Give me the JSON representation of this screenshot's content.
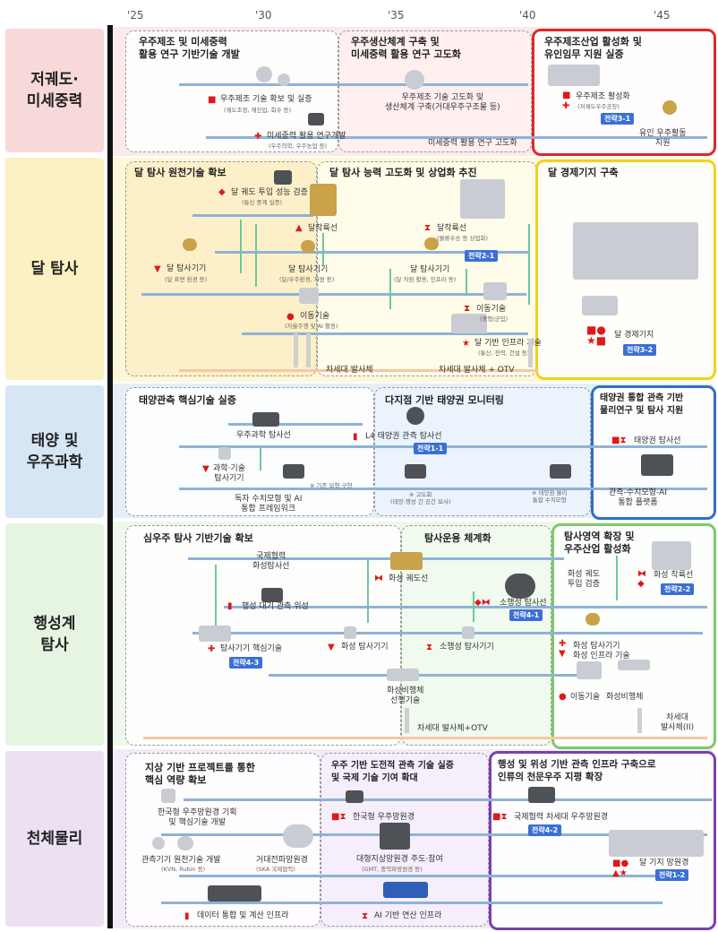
{
  "years": [
    "'25",
    "'30",
    "'35",
    "'40",
    "'45"
  ],
  "categories": {
    "low_orbit": "저궤도·\n미세중력",
    "lunar": "달 탐사",
    "solar": "태양 및\n우주과학",
    "planetary": "행성계\n탐사",
    "astro": "천체물리"
  },
  "low_orbit": {
    "p1_title": "우주제조 및 미세중력\n활용 연구 기반기술 개발",
    "p2_title": "우주생산체계 구축 및\n미세중력 활용 연구 고도화",
    "p3_title": "우주제조산업 활성화 및\n유인임무 지원 실증",
    "l1": "우주제조 기술 확보 및 실증",
    "l1s": "(궤도조정, 재진입, 회수 등)",
    "l2": "미세중력 활용 연구개발",
    "l2s": "(우주의학, 우주농업 등)",
    "l3": "우주제조 기술 고도화 및\n생산체계 구축(거대우주구조물 등)",
    "l4": "미세중력 활용 연구 고도화",
    "l5": "우주제조 활성화",
    "l5s": "(저궤도우주공장)",
    "l6": "유인 우주활동\n지원",
    "strat": "전략3-1"
  },
  "lunar": {
    "p1_title": "달 탐사 원천기술 확보",
    "p2_title": "달 탐사 능력 고도화 및 상업화 추진",
    "p3_title": "달 경제기지 구축",
    "l1": "달 궤도 투입 성능 검증",
    "l1s": "(통신 중계 실증)",
    "l2": "달착륙선",
    "l3": "달착륙선",
    "l3s": "(물류수송 등 상업화)",
    "l4": "달 탐사기기",
    "l4s": "(달 표면 환경 등)",
    "l5": "달 탐사기기",
    "l5s": "(달/우주환경, 자원 등)",
    "l6": "달 탐사기기",
    "l6s": "(달 자원 활용, 인프라 등)",
    "l7": "이동기술",
    "l7s": "(자율주행 및 AI 활용)",
    "l8": "이동기술",
    "l8s": "(중형/군집)",
    "l9": "달 기반 인프라 기술",
    "l9s": "(통신, 전력, 건설 등)",
    "l10": "달 경제기지",
    "strat1": "전략2-1",
    "strat2": "전략3-2",
    "launch1": "차세대 발사체",
    "launch2": "차세대 발사체 + OTV"
  },
  "solar": {
    "p1_title": "태양관측 핵심기술 실증",
    "p2_title": "다지점 기반 태양권 모니터링",
    "p3_title": "태양권 통합 관측 기반\n물리연구 및 탐사 지원",
    "l1": "우주과학 탐사선",
    "l2": "과학·기술\n탐사기기",
    "l3": "L4 태양권 관측 탐사선",
    "l4": "태양권 탐사선",
    "l5": "독자 수치모형 및 AI\n통합 프레임워크",
    "l5s": "※ 기존 모형 구현",
    "l6": "※ 고도화\n(태양-행성 간 공간 묘사)",
    "l7": "※ 태양권 물리\n통합 수치모형",
    "l8": "관측-수치모형-AI\n통합 플랫폼",
    "strat": "전략1-1"
  },
  "planetary": {
    "p1_title": "심우주 탐사 기반기술 확보",
    "p2_title": "탐사운용 체계화",
    "p3_title": "탐사영역 확장 및\n우주산업 활성화",
    "l1": "국제협력\n화성탐사선",
    "l2": "화성 궤도선",
    "l3": "소행성 탐사선",
    "l4": "화성 궤도\n투입 검증",
    "l5": "화성 착륙선",
    "l6": "행성 대기 관측 위성",
    "l7": "탐사기기 핵심기술",
    "l8": "화성 탐사기기",
    "l9": "소행성 탐사기기",
    "l10": "화성 탐사기기\n화성 인프라 기술",
    "l11": "화성비행체\n선행기술",
    "l12": "이동기술",
    "l13": "화성비행체",
    "launch1": "차세대 발사체+OTV",
    "launch2": "차세대\n발사체(II)",
    "strat1": "전략4-3",
    "strat2": "전략4-1",
    "strat3": "전략2-2"
  },
  "astro": {
    "p1_title": "지상 기반 프로젝트를 통한\n핵심 역량 확보",
    "p2_title": "우주 기반 도전적 관측 기술 실증\n및 국제 기술 기여 확대",
    "p3_title": "행성 및 위성 기반 관측 인프라 구축으로\n인류의 천문우주 지평 확장",
    "l1": "한국형 우주망원경 기획\n및 핵심기술 개발",
    "l2": "한국형 우주망원경",
    "l3": "국제협력 차세대 우주망원경",
    "l4": "관측기기 원천기술 개발",
    "l4s": "(KVN, Rubin 등)",
    "l5": "거대전파망원경",
    "l5s": "(SKA 국제협력)",
    "l6": "대형지상망원경 주도·참여",
    "l6s": "(GMT, 중력파망원경 등)",
    "l7": "달 기지 망원경",
    "l8": "데이터 통합 및 계산 인프라",
    "l9": "AI 기반 연산 인프라",
    "strat1": "전략4-2",
    "strat2": "전략1-2"
  },
  "colors": {
    "low_orbit_row": "#f7d9d9",
    "low_orbit_frame": "#e0282b",
    "lunar_row": "#fbf1c2",
    "lunar_frame": "#f2d21a",
    "solar_row": "#d6e6f5",
    "solar_frame": "#2f6fc5",
    "planetary_row": "#e6f5e2",
    "planetary_frame": "#7ec86a",
    "astro_row": "#ece0f3",
    "astro_frame": "#7a3fb5",
    "marker": "#e01818",
    "strategy_badge": "#3b6fd6"
  }
}
